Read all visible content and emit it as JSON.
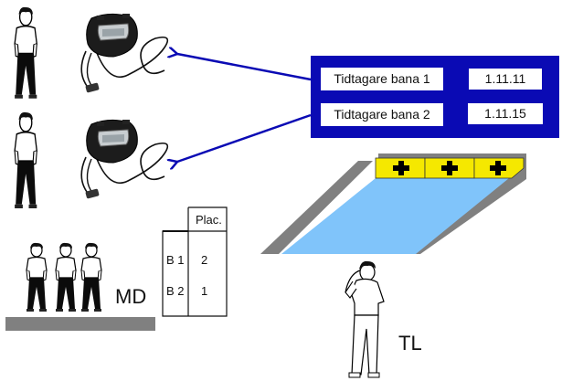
{
  "timer_panel": {
    "rows": [
      {
        "label": "Tidtagare bana 1",
        "time": "1.11.11"
      },
      {
        "label": "Tidtagare bana 2",
        "time": "1.11.15"
      }
    ],
    "color": "#0a0ab4"
  },
  "placement_table": {
    "header": "Plac.",
    "rows": [
      {
        "lane": "B 1",
        "place": "2"
      },
      {
        "lane": "B 2",
        "place": "1"
      }
    ]
  },
  "labels": {
    "md": "MD",
    "tl": "TL"
  },
  "pool": {
    "lanes": 3,
    "water_color": "#80c4fa",
    "block_color": "#f5e800",
    "deck_color": "#808080"
  },
  "figures": {
    "timekeepers": 2,
    "judges": 3,
    "referee": 1
  }
}
